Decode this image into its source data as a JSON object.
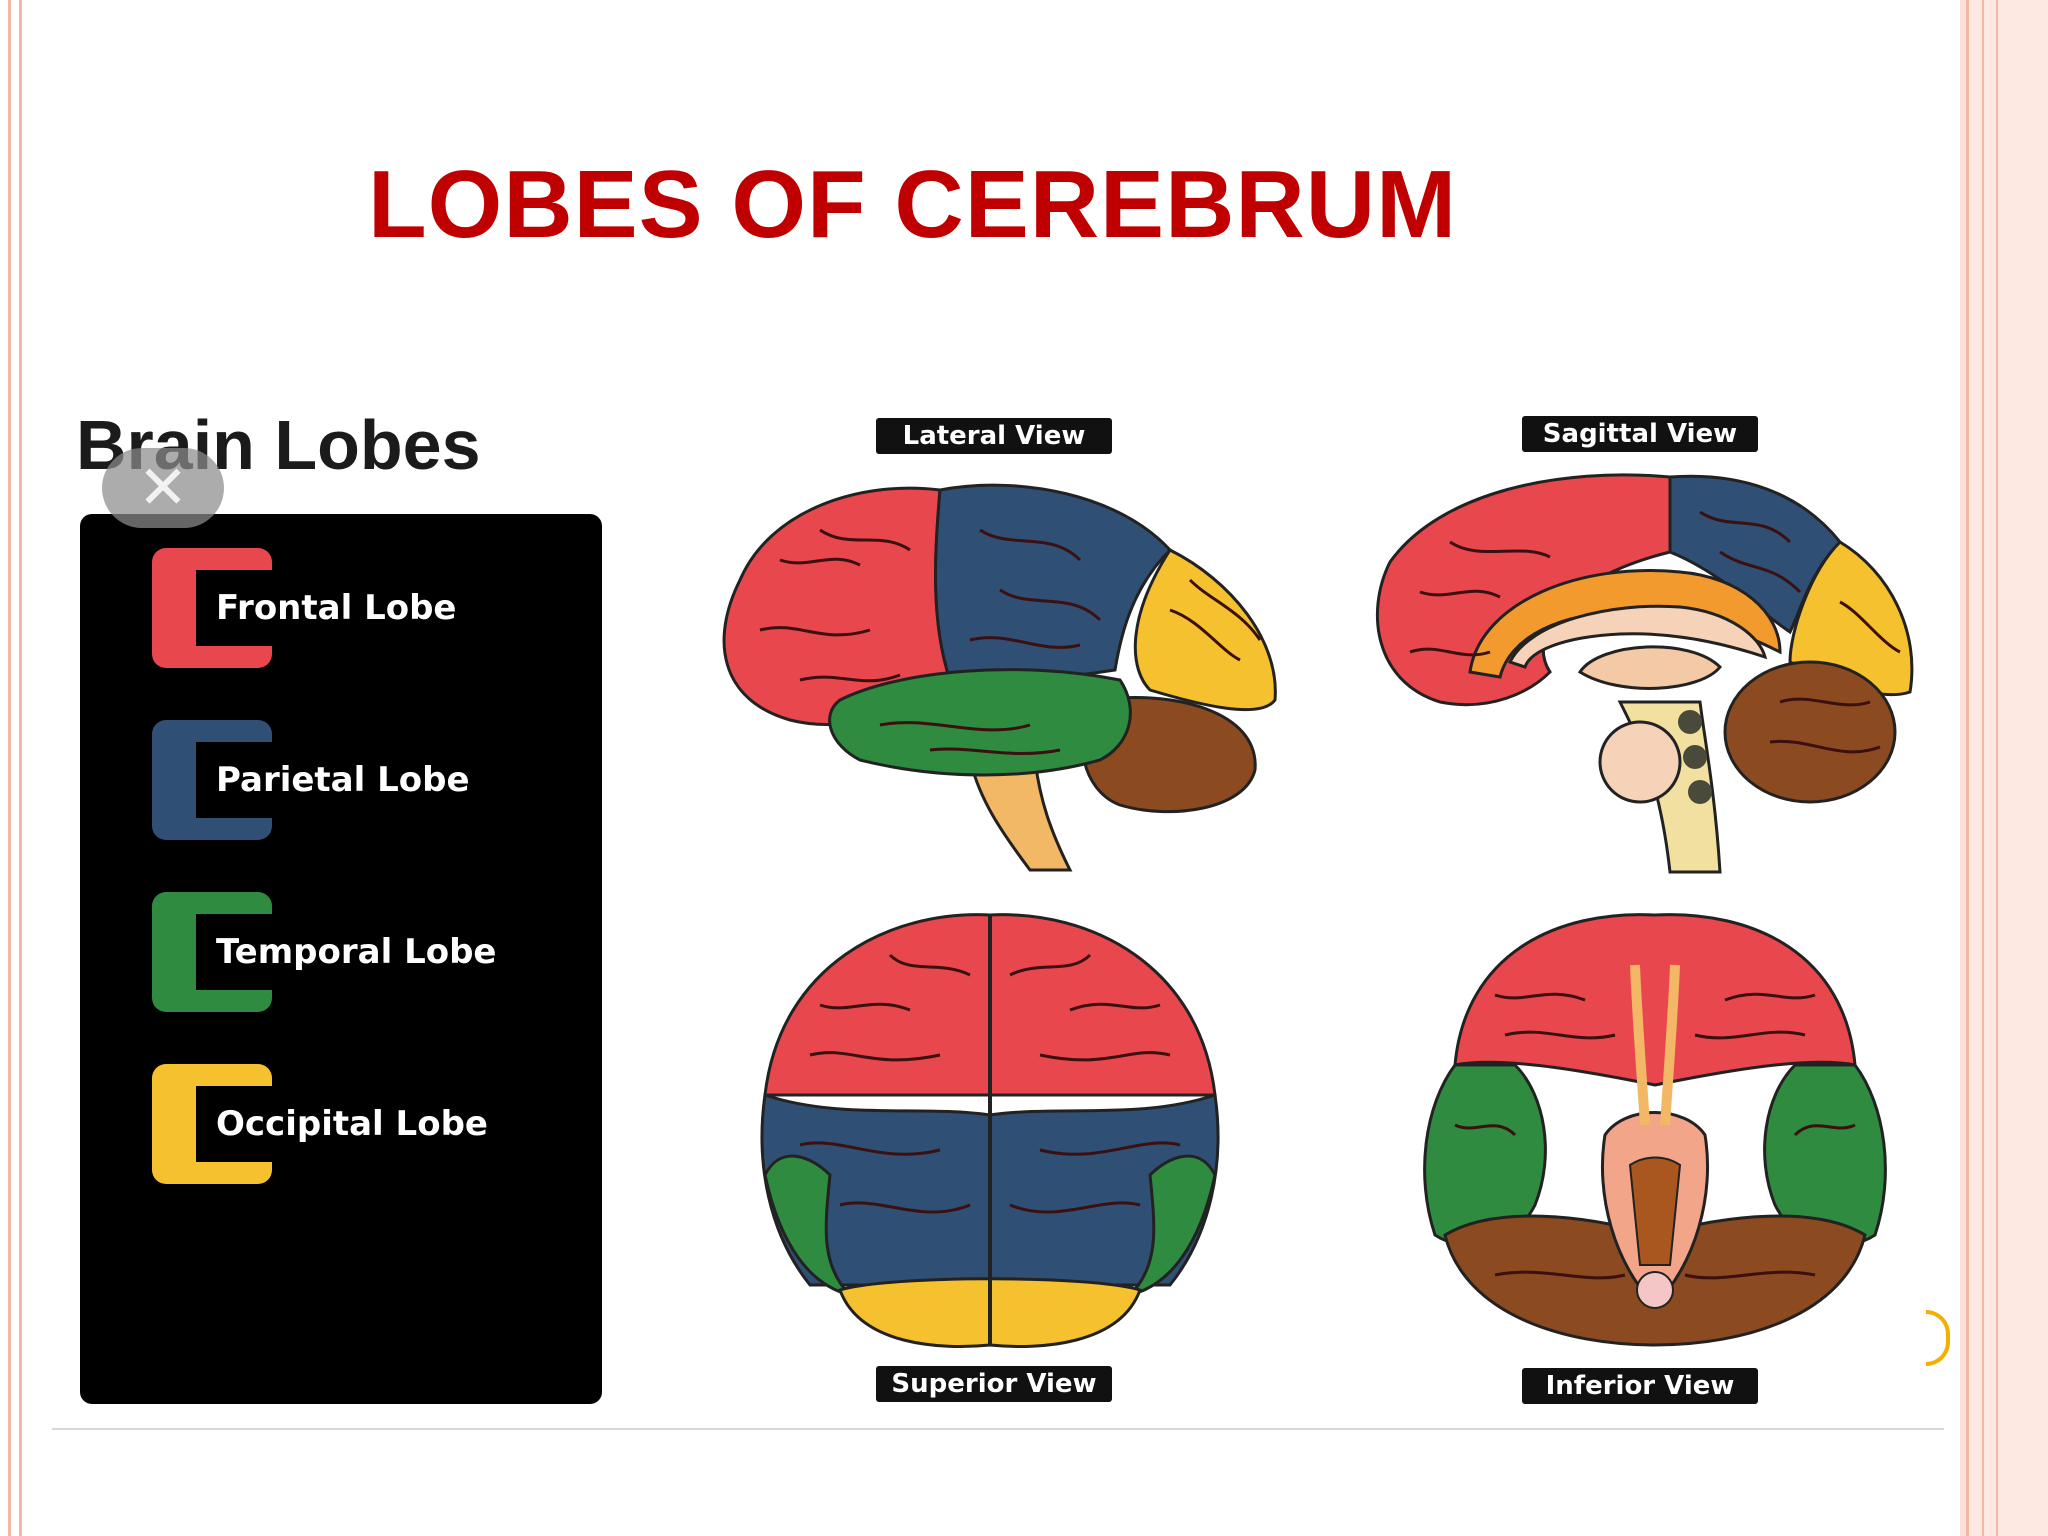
{
  "slide": {
    "title": "LOBES OF CEREBRUM"
  },
  "legend": {
    "heading": "Brain Lobes",
    "close_glyph": "✕",
    "items": [
      {
        "label": "Frontal Lobe",
        "color": "#e8474d"
      },
      {
        "label": "Parietal Lobe",
        "color": "#2f4f74"
      },
      {
        "label": "Temporal Lobe",
        "color": "#2e8b3f"
      },
      {
        "label": "Occipital Lobe",
        "color": "#f6c12e"
      }
    ]
  },
  "views": {
    "lateral": "Lateral View",
    "sagittal": "Sagittal View",
    "superior": "Superior View",
    "inferior": "Inferior View"
  },
  "colors": {
    "title": "#c00000",
    "frontal": "#e8474d",
    "parietal": "#2f4f74",
    "temporal": "#2e8b3f",
    "occipital": "#f6c12e",
    "cerebellum": "#8b4a1f",
    "brainstem": "#f2b866",
    "frame": "#f3b7a6"
  }
}
